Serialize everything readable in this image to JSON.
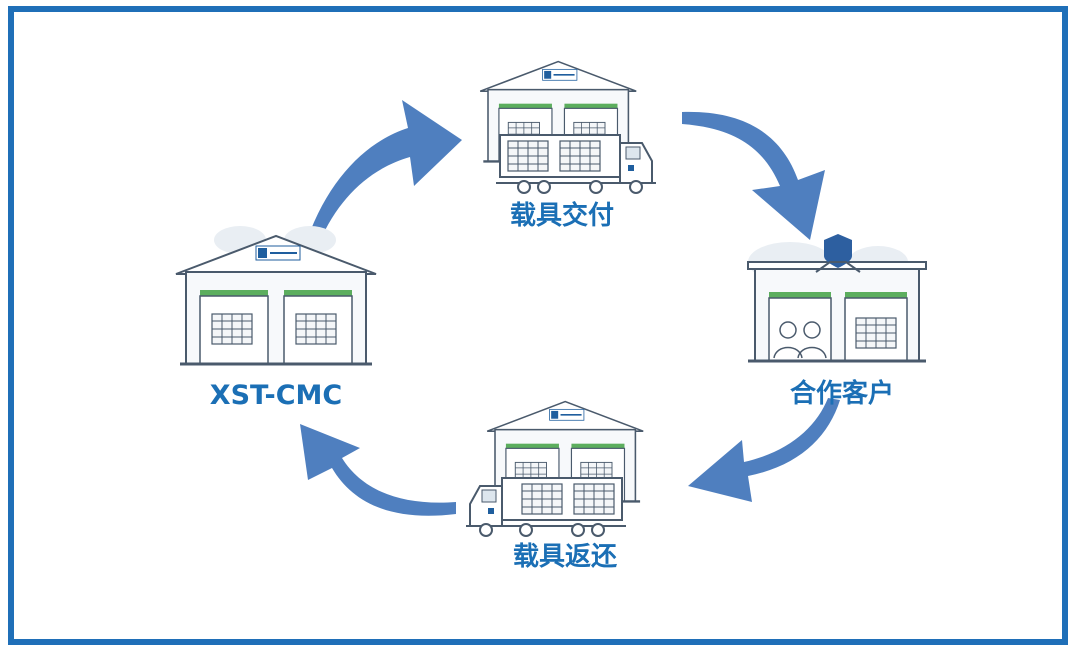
{
  "colors": {
    "border": "#1f6fb8",
    "arrow": "#4f7fbf",
    "label": "#1b6fb5",
    "door_green": "#5cae5e",
    "outline": "#4a5a6c",
    "light_fill": "#f3f6f9",
    "cloud": "#e9eef3"
  },
  "nodes": {
    "top": {
      "label": "载具交付",
      "icon": "warehouse-truck-icon"
    },
    "right": {
      "label": "合作客户",
      "icon": "customer-warehouse-icon"
    },
    "bottom": {
      "label": "载具返还",
      "icon": "warehouse-truck-icon"
    },
    "left": {
      "label": "XST-CMC",
      "icon": "warehouse-icon"
    }
  },
  "arrows": [
    "cycle-arrow-1",
    "cycle-arrow-2",
    "cycle-arrow-3",
    "cycle-arrow-4"
  ]
}
